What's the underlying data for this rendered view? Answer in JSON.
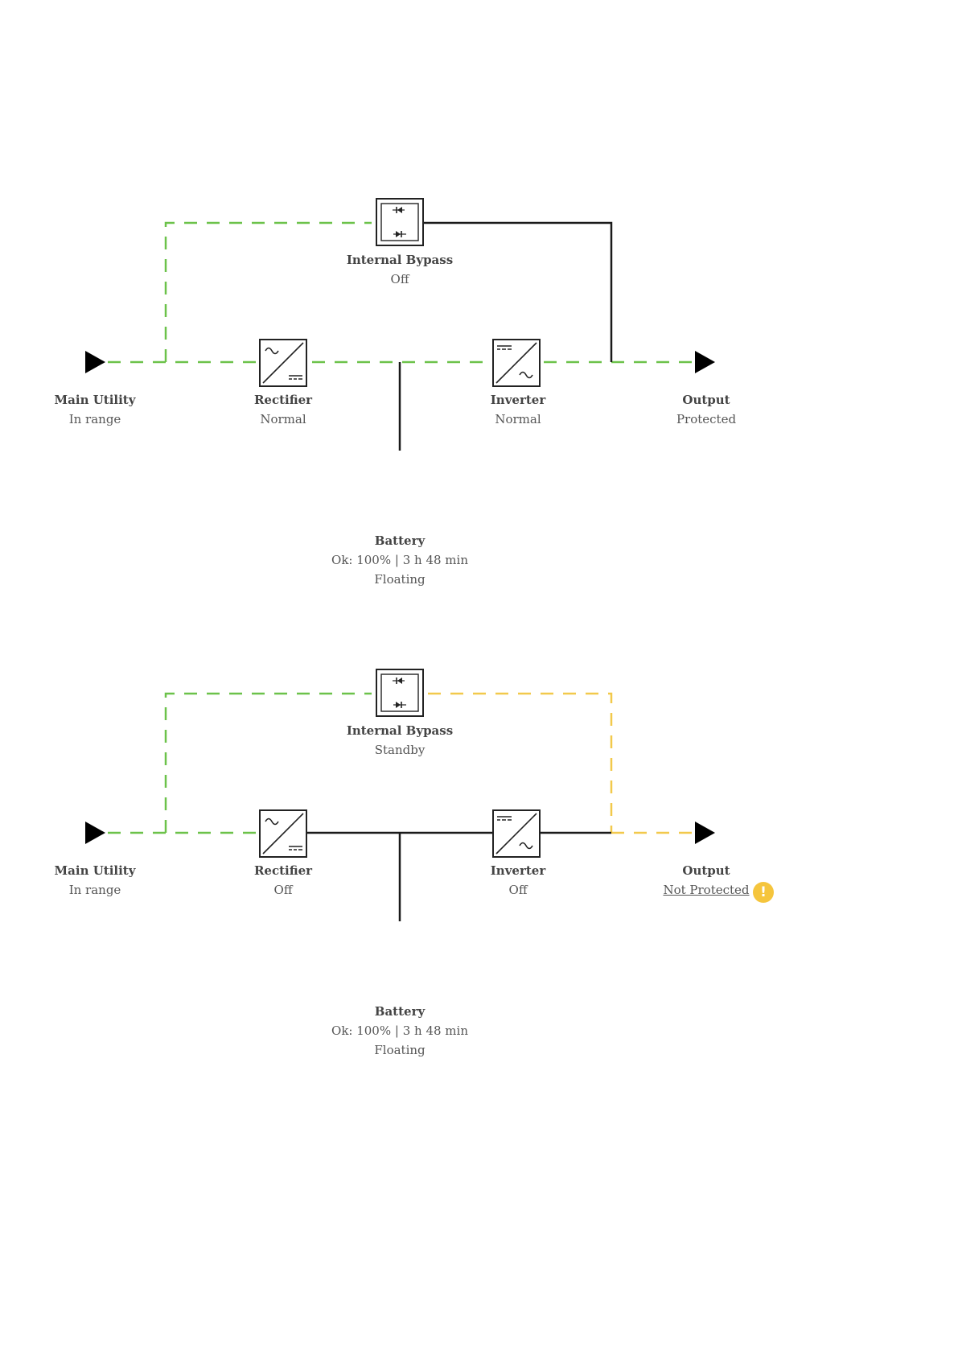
{
  "colors": {
    "active_dashed": "#6cc24a",
    "standby_dashed": "#f2c94c",
    "wire": "#1a1a1a",
    "battery_fill": "#4cba3c",
    "warning": "#f5c53d"
  },
  "diagrams": [
    {
      "main_utility": {
        "name": "Main Utility",
        "status": "In range"
      },
      "rectifier": {
        "name": "Rectifier",
        "status": "Normal"
      },
      "inverter": {
        "name": "Inverter",
        "status": "Normal"
      },
      "output": {
        "name": "Output",
        "status": "Protected"
      },
      "bypass": {
        "name": "Internal Bypass",
        "status": "Off"
      },
      "battery": {
        "name": "Battery",
        "status": "Ok: 100% | 3 h 48 min",
        "mode": "Floating"
      }
    },
    {
      "main_utility": {
        "name": "Main Utility",
        "status": "In range"
      },
      "rectifier": {
        "name": "Rectifier",
        "status": "Off"
      },
      "inverter": {
        "name": "Inverter",
        "status": "Off"
      },
      "output": {
        "name": "Output",
        "status": "Not Protected",
        "warning_icon": "exclamation-icon",
        "warning_glyph": "!"
      },
      "bypass": {
        "name": "Internal Bypass",
        "status": "Standby"
      },
      "battery": {
        "name": "Battery",
        "status": "Ok: 100% | 3 h 48 min",
        "mode": "Floating"
      }
    }
  ]
}
